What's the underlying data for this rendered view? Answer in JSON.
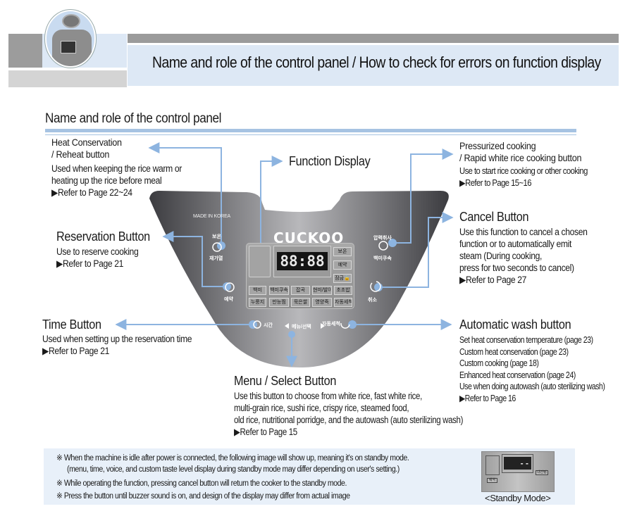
{
  "header": {
    "title": "Name and role of the control panel / How to check for errors on function display"
  },
  "section": {
    "title": "Name and role of the control panel"
  },
  "callouts": {
    "heat_conservation": {
      "title_line1": "Heat Conservation",
      "title_line2": "/ Reheat button",
      "desc_line1": "Used when keeping the rice warm or",
      "desc_line2": "heating up the rice before meal",
      "ref": "▶Refer to Page 22~24"
    },
    "function_display": {
      "title": "Function Display"
    },
    "pressurized": {
      "title_line1": "Pressurized cooking",
      "title_line2": "/ Rapid white rice cooking button",
      "desc_line1": "Use to start rice cooking or other cooking",
      "ref": "▶Refer to Page 15~16"
    },
    "cancel": {
      "title": "Cancel Button",
      "desc_line1": "Use this function to cancel a chosen",
      "desc_line2": "function or to automatically emit",
      "desc_line3": "steam (During cooking,",
      "desc_line4": "press for two seconds to cancel)",
      "ref": "▶Refer to Page 27"
    },
    "reservation": {
      "title": "Reservation Button",
      "desc_line1": "Use to reserve cooking",
      "ref": "▶Refer to Page 21"
    },
    "time": {
      "title": "Time Button",
      "desc_line1": "Used when setting up the reservation time",
      "ref": "▶Refer to Page 21"
    },
    "auto_wash": {
      "title": "Automatic wash button",
      "desc_line1": "Set heat conservation temperature (page 23)",
      "desc_line2": "Custom heat conservation (page 23)",
      "desc_line3": "Custom cooking (page 18)",
      "desc_line4": "Enhanced heat conservation (page 24)",
      "desc_line5": "Use when doing autowash (auto sterilizing wash)",
      "ref": "▶Refer to Page 16"
    },
    "menu_select": {
      "title": "Menu / Select Button",
      "desc_line1": "Use this button to choose from white rice, fast white rice,",
      "desc_line2": "multi-grain rice, sushi rice, crispy rice, steamed food,",
      "desc_line3": "old rice, nutritional porridge, and the autowash (auto sterilizing wash)",
      "ref": "▶Refer to Page 15"
    }
  },
  "panel": {
    "made_in": "MADE IN KOREA",
    "brand": "CUCKOO",
    "display_digits": "88:88",
    "buttons": {
      "warm_top": "보온",
      "warm_bottom": "재가열",
      "reserve": "예약",
      "pressure_top": "압력취사",
      "pressure_bottom": "백미쿠속",
      "cancel": "취소",
      "time": "시간",
      "menu": "메뉴/선택",
      "autowash": "자동세척"
    },
    "display_right": [
      "보온",
      "예약",
      "잠금🔒"
    ],
    "menu_row1": [
      "백미",
      "백미쿠속",
      "잡곡",
      "현미/발아",
      "초초밥"
    ],
    "menu_row2": [
      "누룽지",
      "만능찜",
      "묵은쌀",
      "영양죽",
      "자동세척"
    ]
  },
  "notes": {
    "line1": "※  When the machine is idle after power is connected, the following image will show up, meaning it's on standby mode.",
    "line2": "(menu, time, voice, and custom taste level display during standby mode may differ depending on user's setting.)",
    "line3": "※  While operating the function, pressing cancel button will return the cooker to the standby mode.",
    "line4": "※  Press the button until buzzer sound is on, and design of the display may differ from actual image",
    "standby_digits": "- -",
    "standby_btn_left": "예약",
    "standby_btn_right": "내산림",
    "standby_caption": "<Standby Mode>"
  },
  "colors": {
    "accent_blue": "#8db4e0",
    "header_band": "#dde8f5",
    "header_gray": "#9b9b9b",
    "panel_dark": "#3f3f44",
    "panel_light": "#b9b9bc",
    "note_bg": "#e8f0f9"
  }
}
